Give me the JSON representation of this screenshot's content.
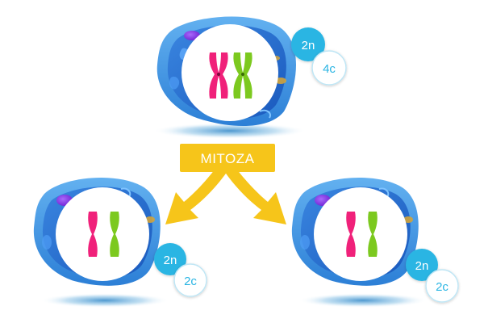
{
  "process_label": "MITOZA",
  "parent_cell": {
    "ploidy": "2n",
    "dna_content": "4c",
    "chromosomes": "replicated (two sister chromatids each)"
  },
  "daughter_cells": [
    {
      "ploidy": "2n",
      "dna_content": "2c"
    },
    {
      "ploidy": "2n",
      "dna_content": "2c"
    }
  ],
  "colors": {
    "cell_membrane": "#3f8fe0",
    "cell_inner": "#1f63c8",
    "nucleus": "#8d2be6",
    "chromosome_pink": "#f0217a",
    "chromosome_green": "#7cc91f",
    "badge": "#2bb5e3",
    "arrow": "#f6c51a",
    "label_box": "#f6c51a"
  }
}
